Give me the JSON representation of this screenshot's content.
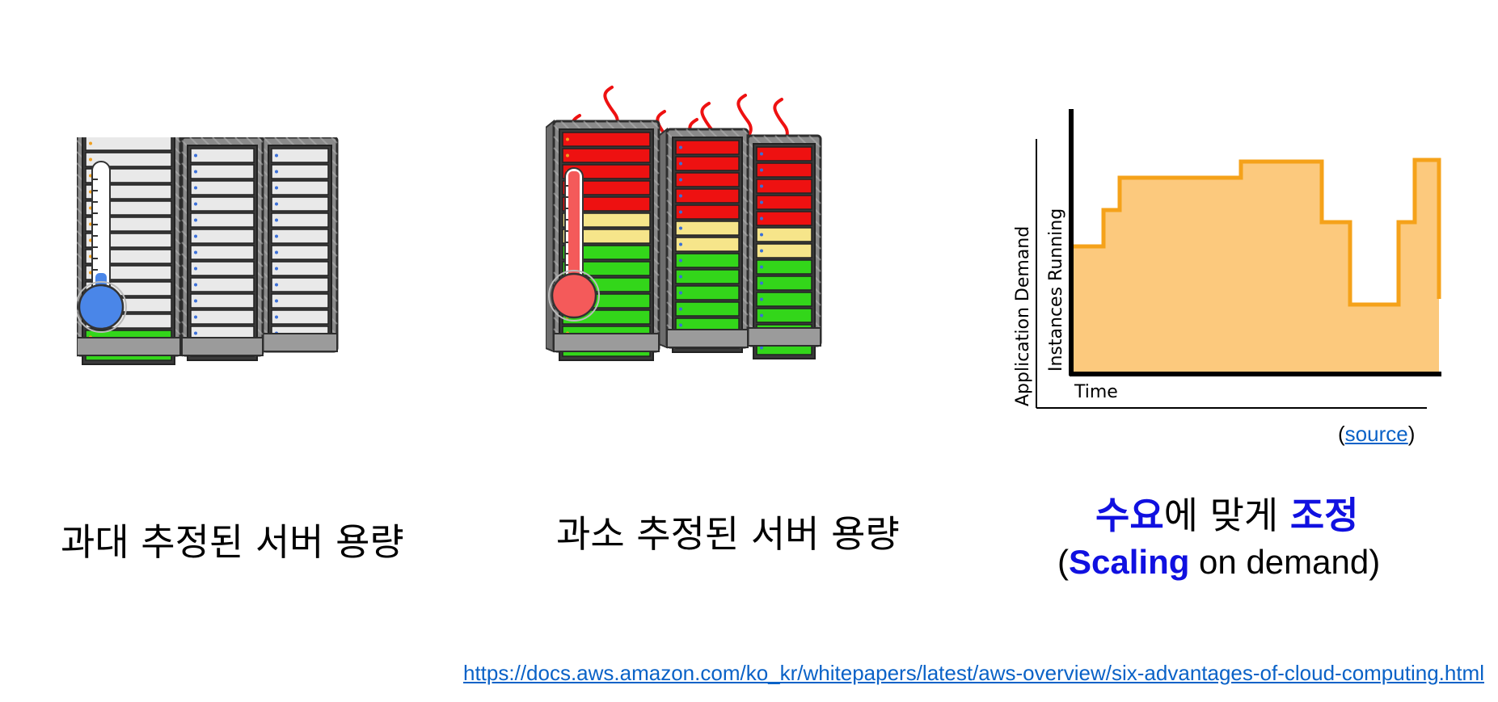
{
  "panels": {
    "over": {
      "caption": "과대 추정된 서버 용량"
    },
    "under": {
      "caption": "과소 추정된 서버 용량"
    },
    "scaling": {
      "caption_line1_a": "수요",
      "caption_line1_b": "에 맞게 ",
      "caption_line1_c": "조정",
      "caption_line2_open": "(",
      "caption_line2_bold": "Scaling",
      "caption_line2_rest": " on demand)",
      "source_open": "(",
      "source_link": "source",
      "source_close": ")"
    }
  },
  "chart_data": {
    "type": "area",
    "xlabel": "Time",
    "ylabel_outer": "Application Demand",
    "ylabel_inner": "Instances Running",
    "colors": {
      "demand_fill": "#fcc97d",
      "instances_line": "#f5a21a",
      "axis": "#000000"
    }
  },
  "reference_url": "https://docs.aws.amazon.com/ko_kr/whitepapers/latest/aws-overview/six-advantages-of-cloud-computing.html",
  "colors": {
    "highlight": "#1010e0",
    "link": "#0a62c7",
    "cold": "#4a86e8",
    "hot": "#f45a5a"
  }
}
